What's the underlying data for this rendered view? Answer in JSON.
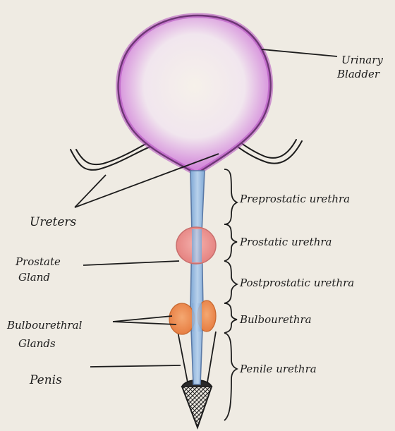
{
  "labels": {
    "urinary_bladder_line1": "Urinary",
    "urinary_bladder_line2": "Bladder",
    "ureters": "Ureters",
    "prostate_gland_line1": "Prostate",
    "prostate_gland_line2": "Gland",
    "bulbourethral_glands_line1": "Bulbourethral",
    "bulbourethral_glands_line2": "Glands",
    "penis": "Penis",
    "preprostatic_urethra": "Preprostatic urethra",
    "prostatic_urethra": "Prostatic urethra",
    "postprostatic_urethra": "Postprostatic urethra",
    "bulbourethra": "Bulbourethra",
    "penile_urethra": "Penile urethra"
  },
  "colors": {
    "bladder_outline": "#b14bbd",
    "urethra": "#8fb4dc",
    "prostate": "#eb8e8c",
    "bulbourethral_glands": "#ec8a4f",
    "paper": "#efebe3",
    "ink": "#1c1c1c"
  }
}
